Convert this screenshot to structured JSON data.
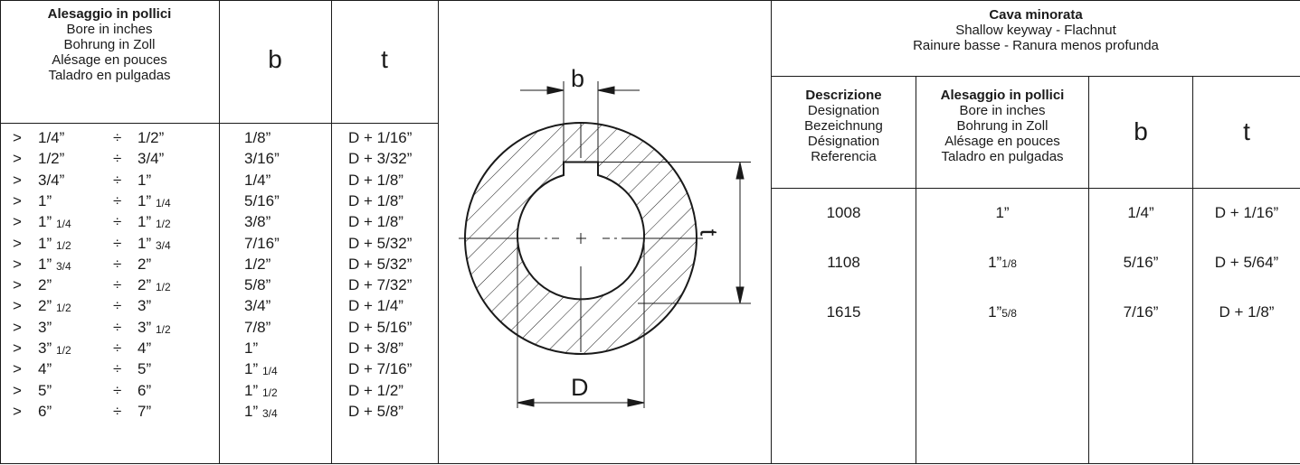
{
  "left_table": {
    "header_lines": [
      "Alesaggio in pollici",
      "Bore in inches",
      "Bohrung in Zoll",
      "Alésage en pouces",
      "Taladro en pulgadas"
    ],
    "col_b": "b",
    "col_t": "t",
    "rows": [
      {
        "gt": ">",
        "from": "1/4”",
        "from_sub": "",
        "div": "÷",
        "to": "1/2”",
        "to_sub": "",
        "b": "1/8”",
        "b_sub": "",
        "t": "D + 1/16”"
      },
      {
        "gt": ">",
        "from": "1/2”",
        "from_sub": "",
        "div": "÷",
        "to": "3/4”",
        "to_sub": "",
        "b": "3/16”",
        "b_sub": "",
        "t": "D + 3/32”"
      },
      {
        "gt": ">",
        "from": "3/4”",
        "from_sub": "",
        "div": "÷",
        "to": "1”",
        "to_sub": "",
        "b": "1/4”",
        "b_sub": "",
        "t": "D + 1/8”"
      },
      {
        "gt": ">",
        "from": "1”",
        "from_sub": "",
        "div": "÷",
        "to": "1”",
        "to_sub": "1/4",
        "b": "5/16”",
        "b_sub": "",
        "t": "D + 1/8”"
      },
      {
        "gt": ">",
        "from": "1”",
        "from_sub": "1/4",
        "div": "÷",
        "to": "1”",
        "to_sub": "1/2",
        "b": "3/8”",
        "b_sub": "",
        "t": "D + 1/8”"
      },
      {
        "gt": ">",
        "from": "1”",
        "from_sub": "1/2",
        "div": "÷",
        "to": "1”",
        "to_sub": "3/4",
        "b": "7/16”",
        "b_sub": "",
        "t": "D + 5/32”"
      },
      {
        "gt": ">",
        "from": "1”",
        "from_sub": "3/4",
        "div": "÷",
        "to": "2”",
        "to_sub": "",
        "b": "1/2”",
        "b_sub": "",
        "t": "D + 5/32”"
      },
      {
        "gt": ">",
        "from": "2”",
        "from_sub": "",
        "div": "÷",
        "to": "2”",
        "to_sub": "1/2",
        "b": "5/8”",
        "b_sub": "",
        "t": "D + 7/32”"
      },
      {
        "gt": ">",
        "from": "2”",
        "from_sub": "1/2",
        "div": "÷",
        "to": "3”",
        "to_sub": "",
        "b": "3/4”",
        "b_sub": "",
        "t": "D + 1/4”"
      },
      {
        "gt": ">",
        "from": "3”",
        "from_sub": "",
        "div": "÷",
        "to": "3”",
        "to_sub": "1/2",
        "b": "7/8”",
        "b_sub": "",
        "t": "D + 5/16”"
      },
      {
        "gt": ">",
        "from": "3”",
        "from_sub": "1/2",
        "div": "÷",
        "to": "4”",
        "to_sub": "",
        "b": "1”",
        "b_sub": "",
        "t": "D + 3/8”"
      },
      {
        "gt": ">",
        "from": "4”",
        "from_sub": "",
        "div": "÷",
        "to": "5”",
        "to_sub": "",
        "b": "1”",
        "b_sub": "1/4",
        "t": "D + 7/16”"
      },
      {
        "gt": ">",
        "from": "5”",
        "from_sub": "",
        "div": "÷",
        "to": "6”",
        "to_sub": "",
        "b": "1”",
        "b_sub": "1/2",
        "t": "D + 1/2”"
      },
      {
        "gt": ">",
        "from": "6”",
        "from_sub": "",
        "div": "÷",
        "to": "7”",
        "to_sub": "",
        "b": "1”",
        "b_sub": "3/4",
        "t": "D + 5/8”"
      }
    ]
  },
  "drawing": {
    "label_b": "b",
    "label_t": "t",
    "label_d": "D"
  },
  "right_table": {
    "title": "Cava minorata",
    "subtitle_1": "Shallow keyway - Flachnut",
    "subtitle_2": "Rainure basse - Ranura menos profunda",
    "desc_header": [
      "Descrizione",
      "Designation",
      "Bezeichnung",
      "Désignation",
      "Referencia"
    ],
    "bore_header": [
      "Alesaggio in pollici",
      "Bore in inches",
      "Bohrung in Zoll",
      "Alésage en pouces",
      "Taladro en pulgadas"
    ],
    "col_b": "b",
    "col_t": "t",
    "rows": [
      {
        "code": "1008",
        "bore": "1”",
        "bore_sub": "",
        "b": "1/4”",
        "t": "D + 1/16”"
      },
      {
        "code": "1108",
        "bore": "1”",
        "bore_sub": "1/8",
        "b": "5/16”",
        "t": "D + 5/64”"
      },
      {
        "code": "1615",
        "bore": "1”",
        "bore_sub": "5/8",
        "b": "7/16”",
        "t": "D + 1/8”"
      }
    ]
  }
}
